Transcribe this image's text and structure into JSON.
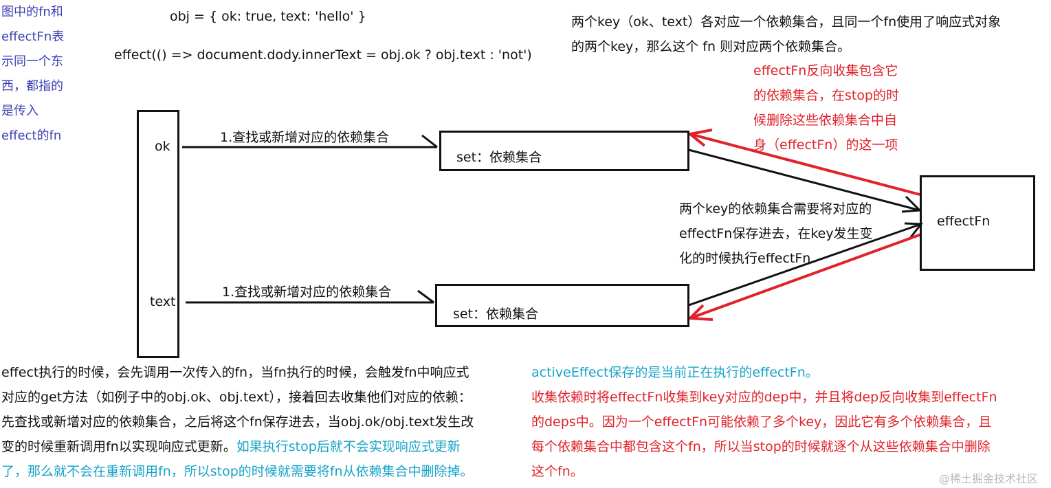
{
  "left_note": [
    "图中的fn和",
    "effectFn表",
    "示同一个东",
    "西，都指的",
    "是传入",
    "effect的fn"
  ],
  "code": {
    "line1": "obj = { ok: true, text: 'hello' }",
    "line2": "effect(() => document.dody.innerText = obj.ok ? obj.text : 'not')"
  },
  "top_right_note": [
    "两个key（ok、text）各对应一个依赖集合，且同一个fn使用了响应式对象",
    "的两个key，那么这个 fn 则对应两个依赖集合。"
  ],
  "red_note": [
    "effectFn反向收集包含它",
    "的依赖集合，在stop的时",
    "候删除这些依赖集合中自",
    "身（effectFn）的这一项"
  ],
  "keys_box": {
    "ok": "ok",
    "text": "text"
  },
  "arrow_labels": {
    "ok": "1.查找或新增对应的依赖集合",
    "text": "1.查找或新增对应的依赖集合"
  },
  "set_boxes": {
    "top": "set：依赖集合",
    "bottom": "set：依赖集合"
  },
  "effect_box": "effectFn",
  "middle_note": [
    "两个key的依赖集合需要将对应的",
    "effectFn保存进去，在key发生变",
    "化的时候执行effectFn"
  ],
  "bottom_left": {
    "line1": "effect执行的时候，会先调用一次传入的fn，当fn执行的时候，会触发fn中响应式",
    "line2": "对应的get方法（如例子中的obj.ok、obj.text），接着回去收集他们对应的依赖：",
    "line3": "先查找或新增对应的依赖集合，之后将这个fn保存进去，当obj.ok/obj.text发生改",
    "line4_black": "变的时候重新调用fn以实现响应式更新。",
    "line4_cyan": "如果执行stop后就不会实现响应式更新",
    "line5_cyan": "了，那么就不会在重新调用fn，所以stop的时候就需要将fn从依赖集合中删除掉。"
  },
  "bottom_right": {
    "cyan": "activeEffect保存的是当前正在执行的effectFn。",
    "red_lines": [
      "收集依赖时将effectFn收集到key对应的dep中，并且将dep反向收集到effectFn",
      "的deps中。因为一个effectFn可能依赖了多个key，因此它有多个依赖集合，且",
      "每个依赖集合中都包含这个fn，所以当stop的时候就逐个从这些依赖集合中删除",
      "这个fn。"
    ]
  },
  "watermark": "@稀土掘金技术社区",
  "colors": {
    "black": "#111111",
    "red": "#e0232b",
    "cyan": "#16a3c8",
    "note_blue": "#3b3fb3"
  }
}
